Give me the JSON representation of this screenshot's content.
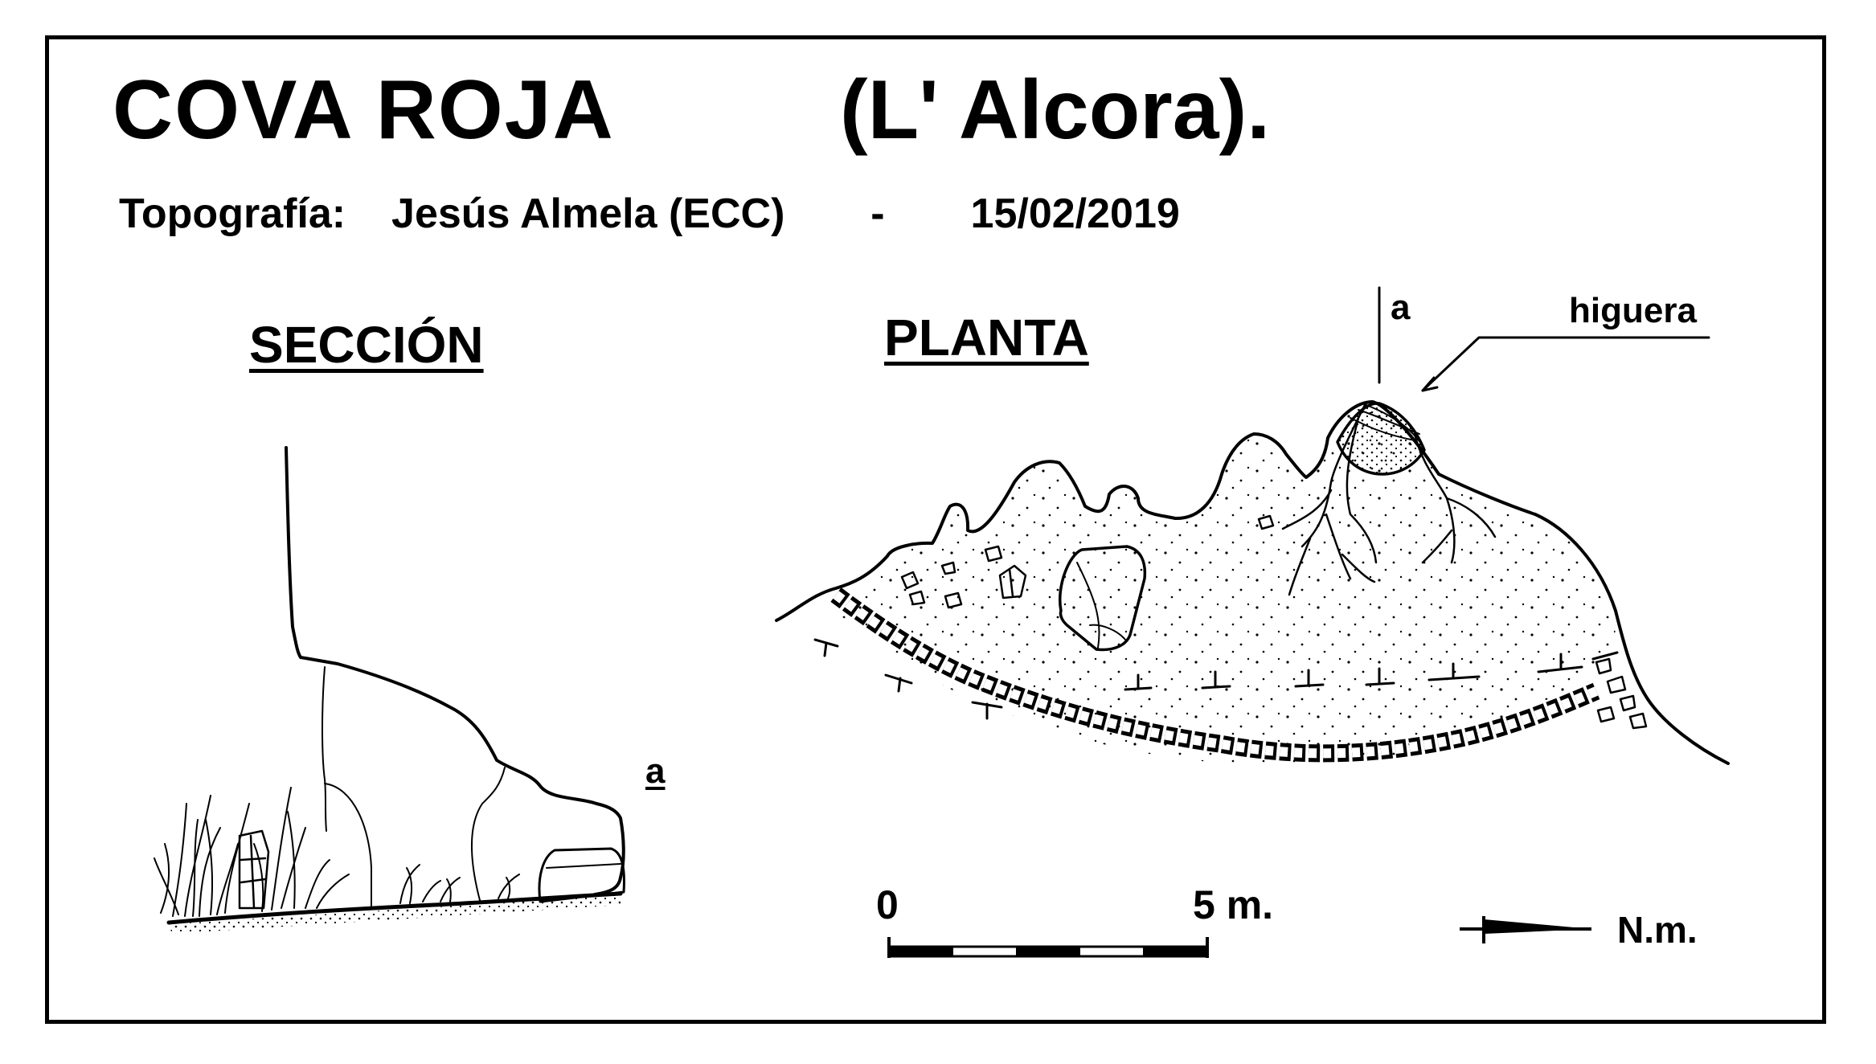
{
  "title": {
    "name": "COVA  ROJA",
    "place": "(L' Alcora)."
  },
  "credits": {
    "label": "Topografía:",
    "author": "Jesús Almela  (ECC)",
    "separator": "-",
    "date": "15/02/2019"
  },
  "section": {
    "label": "SECCIÓN",
    "marker": "a"
  },
  "plan": {
    "label": "PLANTA",
    "marker": "a",
    "feature_label": "higuera"
  },
  "scale_bar": {
    "start_label": "0",
    "end_label": "5 m.",
    "segments": 5
  },
  "north": {
    "label": "N.m."
  },
  "colors": {
    "ink": "#000000",
    "paper": "#ffffff"
  }
}
